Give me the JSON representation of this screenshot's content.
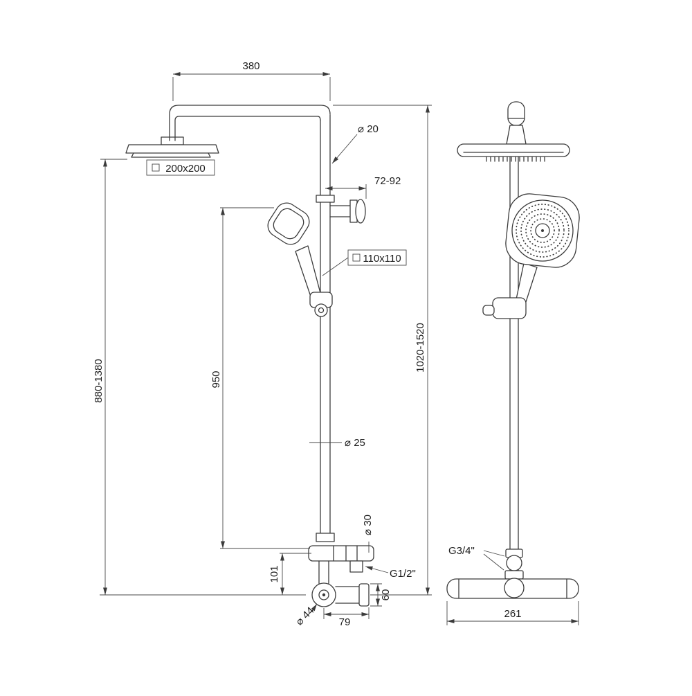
{
  "front_view": {
    "dim_width_top": "380",
    "dim_pipe_upper": "⌀ 20",
    "dim_wall_offset": "72-92",
    "label_head_size": "200x200",
    "label_hand_size": "110x110",
    "dim_height_left": "880-1380",
    "dim_height_mid": "950",
    "dim_height_right": "1020-1520",
    "dim_pipe_lower": "⌀ 25",
    "dim_outlet": "⌀ 30",
    "dim_valve_offset": "101",
    "label_thread_small": "G1/2\"",
    "dim_knob": "⌀ 44",
    "dim_spout_height": "60",
    "dim_spout_length": "79"
  },
  "side_view": {
    "label_thread_large": "G3/4\"",
    "dim_body_width": "261"
  }
}
